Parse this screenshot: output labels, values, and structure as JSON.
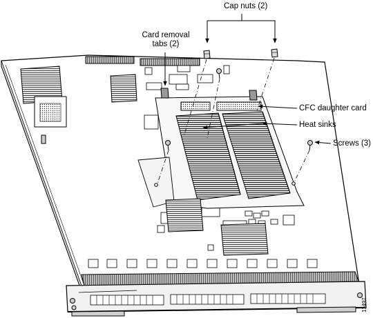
{
  "labels": {
    "cap_nuts": "Cap nuts (2)",
    "card_removal_tabs_line1": "Card removal",
    "card_removal_tabs_line2": "tabs (2)",
    "cfc_daughter_card": "CFC daughter card",
    "heat_sinks": "Heat sinks",
    "screws": "Screws (3)"
  },
  "figure_id": "11497"
}
